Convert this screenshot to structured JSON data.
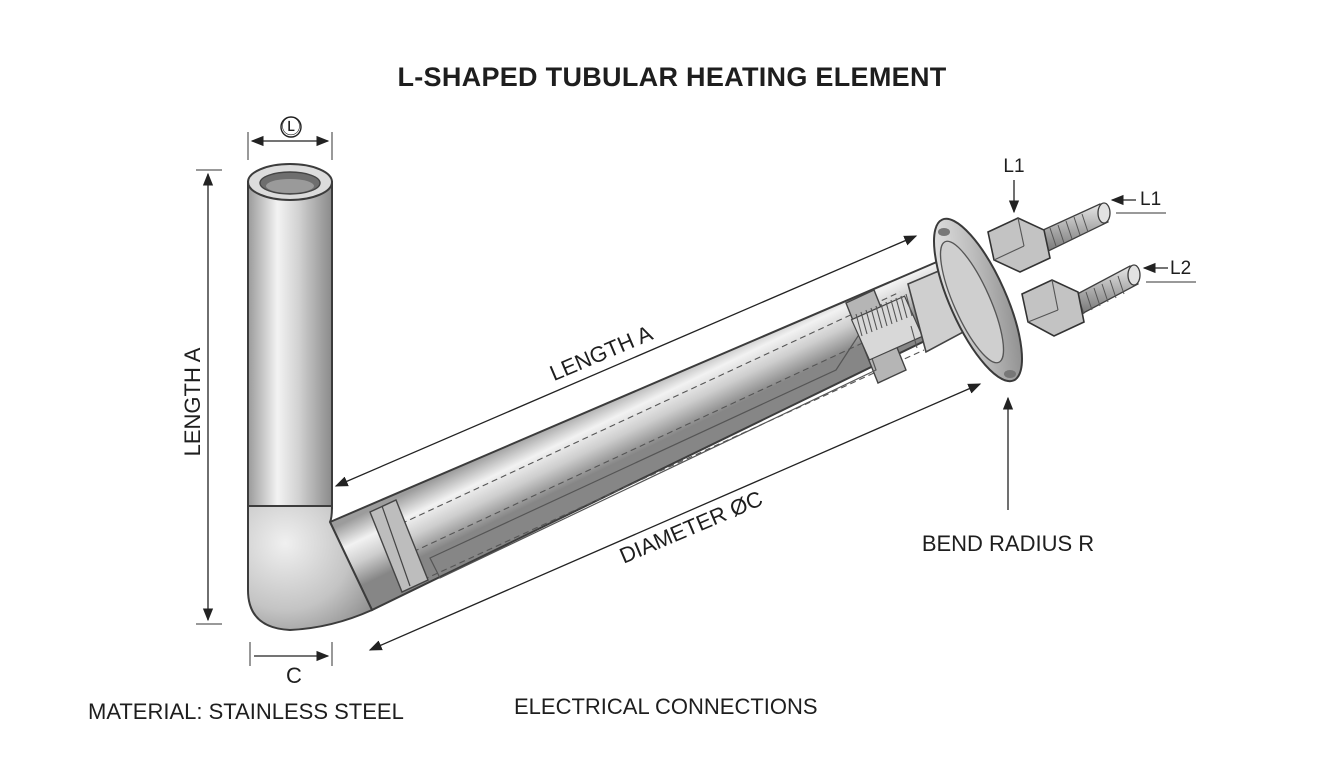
{
  "title": "L-SHAPED TUBULAR HEATING ELEMENT",
  "labels": {
    "diameter_symbol": "Ⓛ",
    "length_vertical": "LENGTH A",
    "length_horizontal": "LENGTH A",
    "diameter": "DIAMETER ØC",
    "bend_radius": "BEND RADIUS R",
    "terminal_top": "L1",
    "terminal_l1": "L1",
    "terminal_l2": "L2",
    "c_dim": "C"
  },
  "footer": {
    "material": "MATERIAL: STAINLESS STEEL",
    "connections": "ELECTRICAL CONNECTIONS"
  },
  "colors": {
    "metal_light": "#f4f4f4",
    "metal_mid": "#c9c9c9",
    "metal_dark": "#8f8f8f",
    "line": "#222222"
  }
}
